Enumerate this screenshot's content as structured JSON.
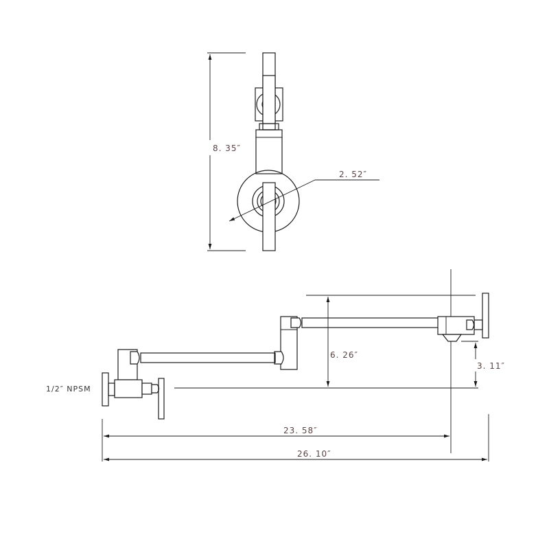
{
  "dimensions": {
    "height_top_view": "8. 35″",
    "flange_diameter": "2. 52″",
    "arm_height": "6. 26″",
    "spout_drop": "3. 11″",
    "reach_short": "23. 58″",
    "reach_total": "26. 10″"
  },
  "labels": {
    "inlet": "1/2″ NPSM"
  },
  "colors": {
    "line": "#1a1a1a",
    "dimension_text": "#5a4444"
  }
}
